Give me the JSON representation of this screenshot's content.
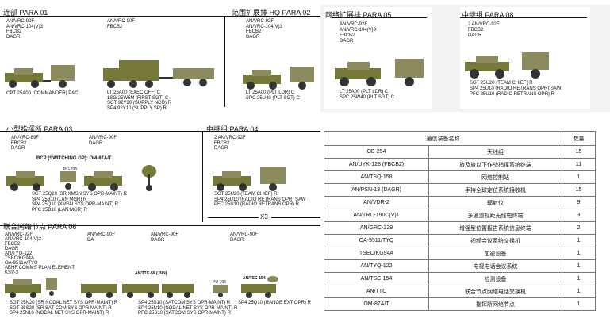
{
  "sections": {
    "para01": {
      "title": "连部   PARA 01",
      "radio_left": "AN/VRC-92F\nAN/VRC-104(V)3\nFBCB2\nDAGR",
      "radio_mid": "AN/VRC-90F\nFBCB2",
      "crew_left": "CPT 25A00 (COMMANDER) P&C",
      "crew_mid": "LT 25A00 (EXEC OFF) C\n1SG 25W5M (FIRST SGT) C\nSGT 92Y20 (SUPPLY NCO) R\nSP4 92Y10 (SUPPLY SP) R"
    },
    "para02": {
      "title": "范围扩展排 HQ    PARA 02",
      "radio": "AN/VRC-92F\nAN/VRC-104(V)3\nFBCB2\nDAGR",
      "crew": "LT 25A00 (PLT LDR) C\nSPC 25U40 (PLT SGT) C"
    },
    "para05": {
      "title": "网络扩展排    PARA 05",
      "radio": "AN/VRC-92F\nAN/VRC-104(V)3\nFBCB2\nDAGR",
      "crew": "LT 25A00 (PLT LDR) C\nSPC 25W40 (PLT SGT) C"
    },
    "para08": {
      "title": "中继组    PARA 08",
      "radio": "2 AN/VRC-92F\nFBCB2\nDAGR",
      "crew": "SGT 25U20 (TEAM CHIEF) R\nSP4 25U10 (RADIO RETRANS OPR) SAW\nPFC 25U10 (RADIO RETRANS OPR) R"
    },
    "para03": {
      "title": "小型指挥所    PARA 03",
      "radio_left": "AN/VRC-89F\nFBCB2\nDAGR",
      "radio_mid": "AN/VRC-90F\nDAGR",
      "bcp": "BCP (SWITCHING GP): OM-87A/T",
      "pu": "PU-798",
      "crew": "SGT 25Q20 (SR XMSN SYS OPR-MAINT) R\nSP4 25B10 (LAN MGR) R\nSP4 25Q10 (XMSN SYS OPR-MAINT) R\nPFC 25B10 (LAN MGR) R"
    },
    "para04": {
      "title": "中继组    PARA 04",
      "radio": "2 AN/VRC-92F\nFBCB2\nDAGR",
      "crew": "SGT 25U20 (TEAM CHIEF) R\nSP4 25U10 (RADIO RETRANS OPR) SAW\nPFC 25U10 (RADIO RETRANS OPR) R",
      "multiplier": "X3"
    },
    "para06": {
      "title": "联合网络节点    PARA 06",
      "radio_1": "AN/VRC-92F\nAN/VRC-104(V)3\nFBCB2\nDAGR\nAN/TYQ-122\nTSEC/KG94A\nOA-9511A/TYQ\nAEHF COMMS PLAN ELEMENT\nKSV-3",
      "radio_2": "AN/VRC-90F\nDA",
      "radio_3": "AN/VRC-90F\nDAGR",
      "radio_4": "AN/VRC-90F\nDAGR",
      "ttc_label": "AN/TTC-59 (JNN)",
      "pu": "PU-798",
      "tsc_label": "AN/TSC-154",
      "crew_1": "SGT 25N20 (SR NODAL NET SYS OPR-MAINT) R\nSGT 25S20 (SR SAT COM SYS OPR-MAINT) R\nSP4 25N10 (NODAL NET SYS OPR-MAINT) R",
      "crew_2": "SP4 25S10 (SATCOM SYS OPR-MAINT) R\nSP4 25N10 (NODAL NET SYS OPR-MAINT) R\nPFC 25S10 (SATCOM SYS OPR-MAINT) R",
      "crew_3": "SP4 25Q10 (RANGE EXT OPR) R"
    }
  },
  "table": {
    "headers": [
      "通信装备名称",
      "",
      "数量"
    ],
    "rows": [
      [
        "OE-254",
        "天线组",
        "15"
      ],
      [
        "AN/UYK-128  (FBCB2)",
        "旅及旅以下作战指挥系统终端",
        "11"
      ],
      [
        "AN/TSQ-158",
        "网络控制站",
        "1"
      ],
      [
        "AN/PSN-13 (DAGR)",
        "手持全球定位系统接收机",
        "15"
      ],
      [
        "AN/VDR-2",
        "辐射仪",
        "9"
      ],
      [
        "AN/TRC-190C(V)1",
        "多通道视距无线电终端",
        "3"
      ],
      [
        "AN/GRC-229",
        "增强型位置报告系统信息终端",
        "2"
      ],
      [
        "OA-9511/TYQ",
        "视频会议系统交换机",
        "1"
      ],
      [
        "TSEC/KG94A",
        "加密设备",
        "1"
      ],
      [
        "AN/TYQ-122",
        "电视电话会议系统",
        "1"
      ],
      [
        "AN/TSC-154",
        "检测设备",
        "1"
      ],
      [
        "AN/TTC",
        "联合节点网络电话交换机",
        "1"
      ],
      [
        "OM-87A/T",
        "指挥所网络节点",
        "1"
      ]
    ]
  },
  "colors": {
    "vehicle": "#77793a",
    "vehicle_dark": "#4f5128",
    "shelter": "#8c8b60",
    "line": "#111111",
    "panel_bg": "#f2f2f2"
  }
}
